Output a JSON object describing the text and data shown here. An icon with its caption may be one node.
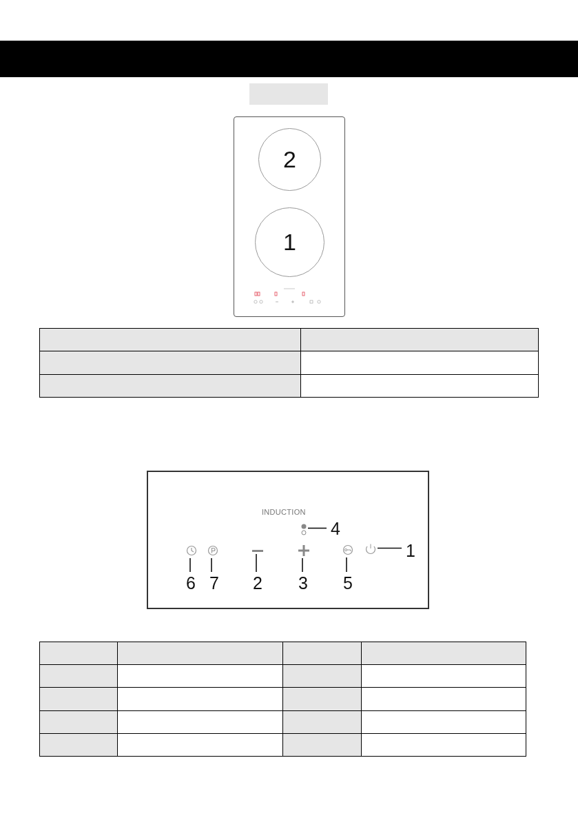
{
  "diagram": {
    "nodes": [
      {
        "text": [
          "2"
        ]
      },
      {
        "text": [
          "1"
        ]
      },
      {
        "text": [
          "INDUCTION"
        ]
      },
      {
        "text": [],
        "shape": "circle",
        "in": 2
      },
      {
        "text": [],
        "shape": "circle",
        "in": 2
      },
      {
        "text": [],
        "shape": "bar",
        "in": 2
      },
      {
        "text": [],
        "shape": "cross",
        "in": 2
      },
      {
        "text": [],
        "shape": "circle",
        "in": 2
      },
      {
        "text": [],
        "shape": "circle",
        "in": 2
      },
      {
        "text": [],
        "shape": "dots",
        "in": 2
      },
      {
        "text": [
          "4"
        ],
        "in": 2
      },
      {
        "text": [
          "1"
        ],
        "in": 2
      },
      {
        "text": [
          "6"
        ],
        "in": 2
      },
      {
        "text": [
          "7"
        ],
        "in": 2
      },
      {
        "text": [
          "2"
        ],
        "in": 2
      },
      {
        "text": [
          "3"
        ],
        "in": 2
      },
      {
        "text": [
          "5"
        ],
        "in": 2
      }
    ],
    "edges": [
      {
        "from": 10,
        "to": 9,
        "arrow": "none"
      },
      {
        "from": 11,
        "to": 8,
        "arrow": "none"
      },
      {
        "from": 12,
        "to": 3,
        "arrow": "none"
      },
      {
        "from": 13,
        "to": 4,
        "arrow": "none"
      },
      {
        "from": 14,
        "to": 5,
        "arrow": "none"
      },
      {
        "from": 15,
        "to": 6,
        "arrow": "none"
      },
      {
        "from": 16,
        "to": 7,
        "arrow": "none"
      }
    ]
  }
}
